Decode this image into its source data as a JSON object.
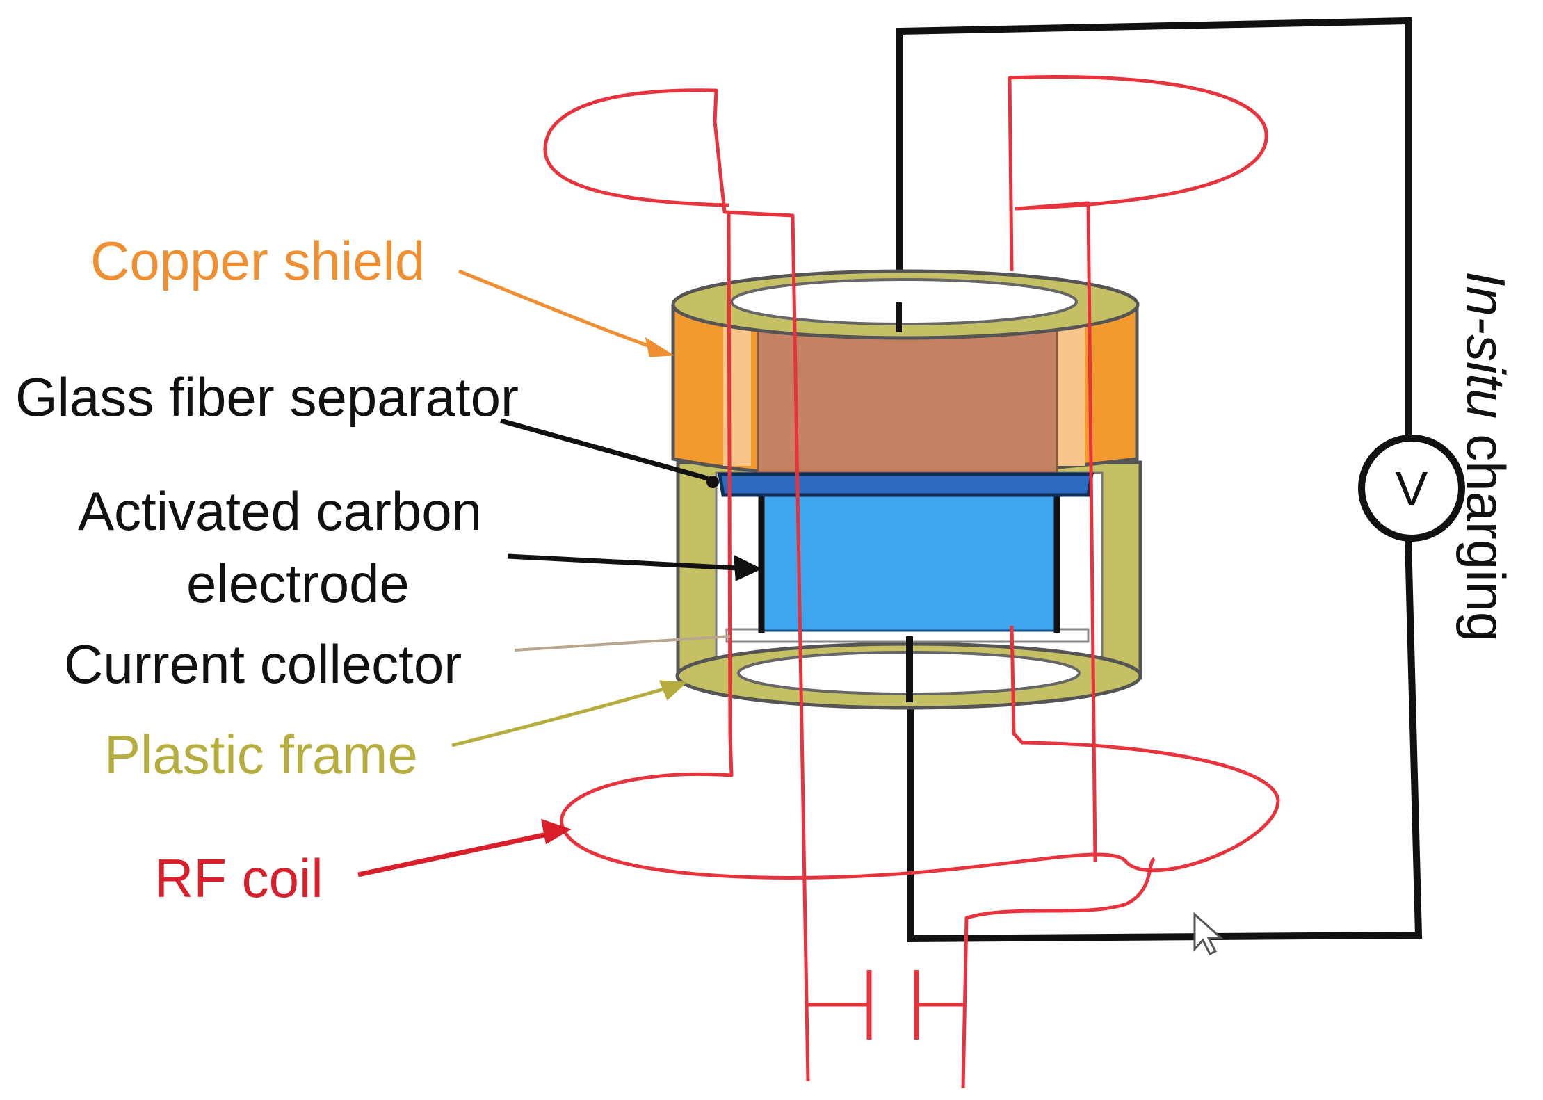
{
  "labels": {
    "copper_shield": "Copper shield",
    "glass_fiber_separator": "Glass fiber separator",
    "activated_carbon_line1": "Activated carbon",
    "activated_carbon_line2": "electrode",
    "current_collector": "Current collector",
    "plastic_frame": "Plastic frame",
    "rf_coil": "RF coil",
    "insitu_prefix": "In-situ",
    "insitu_suffix": " charging",
    "voltmeter_symbol": "V"
  },
  "colors": {
    "copper": "#f39a2e",
    "copper_light": "#f7c58a",
    "copper_label": "#ef8f32",
    "electrode_top": "#c48262",
    "separator": "#2d6bc0",
    "carbon": "#3ea6ee",
    "plastic": "#c6c065",
    "plastic_label": "#b5ae3e",
    "rf_coil": "#e8323c",
    "rf_label": "#d81f2a",
    "wire": "#111111"
  },
  "icons": {
    "voltmeter": "voltmeter-icon",
    "capacitor": "capacitor-icon",
    "cursor": "cursor-icon"
  }
}
